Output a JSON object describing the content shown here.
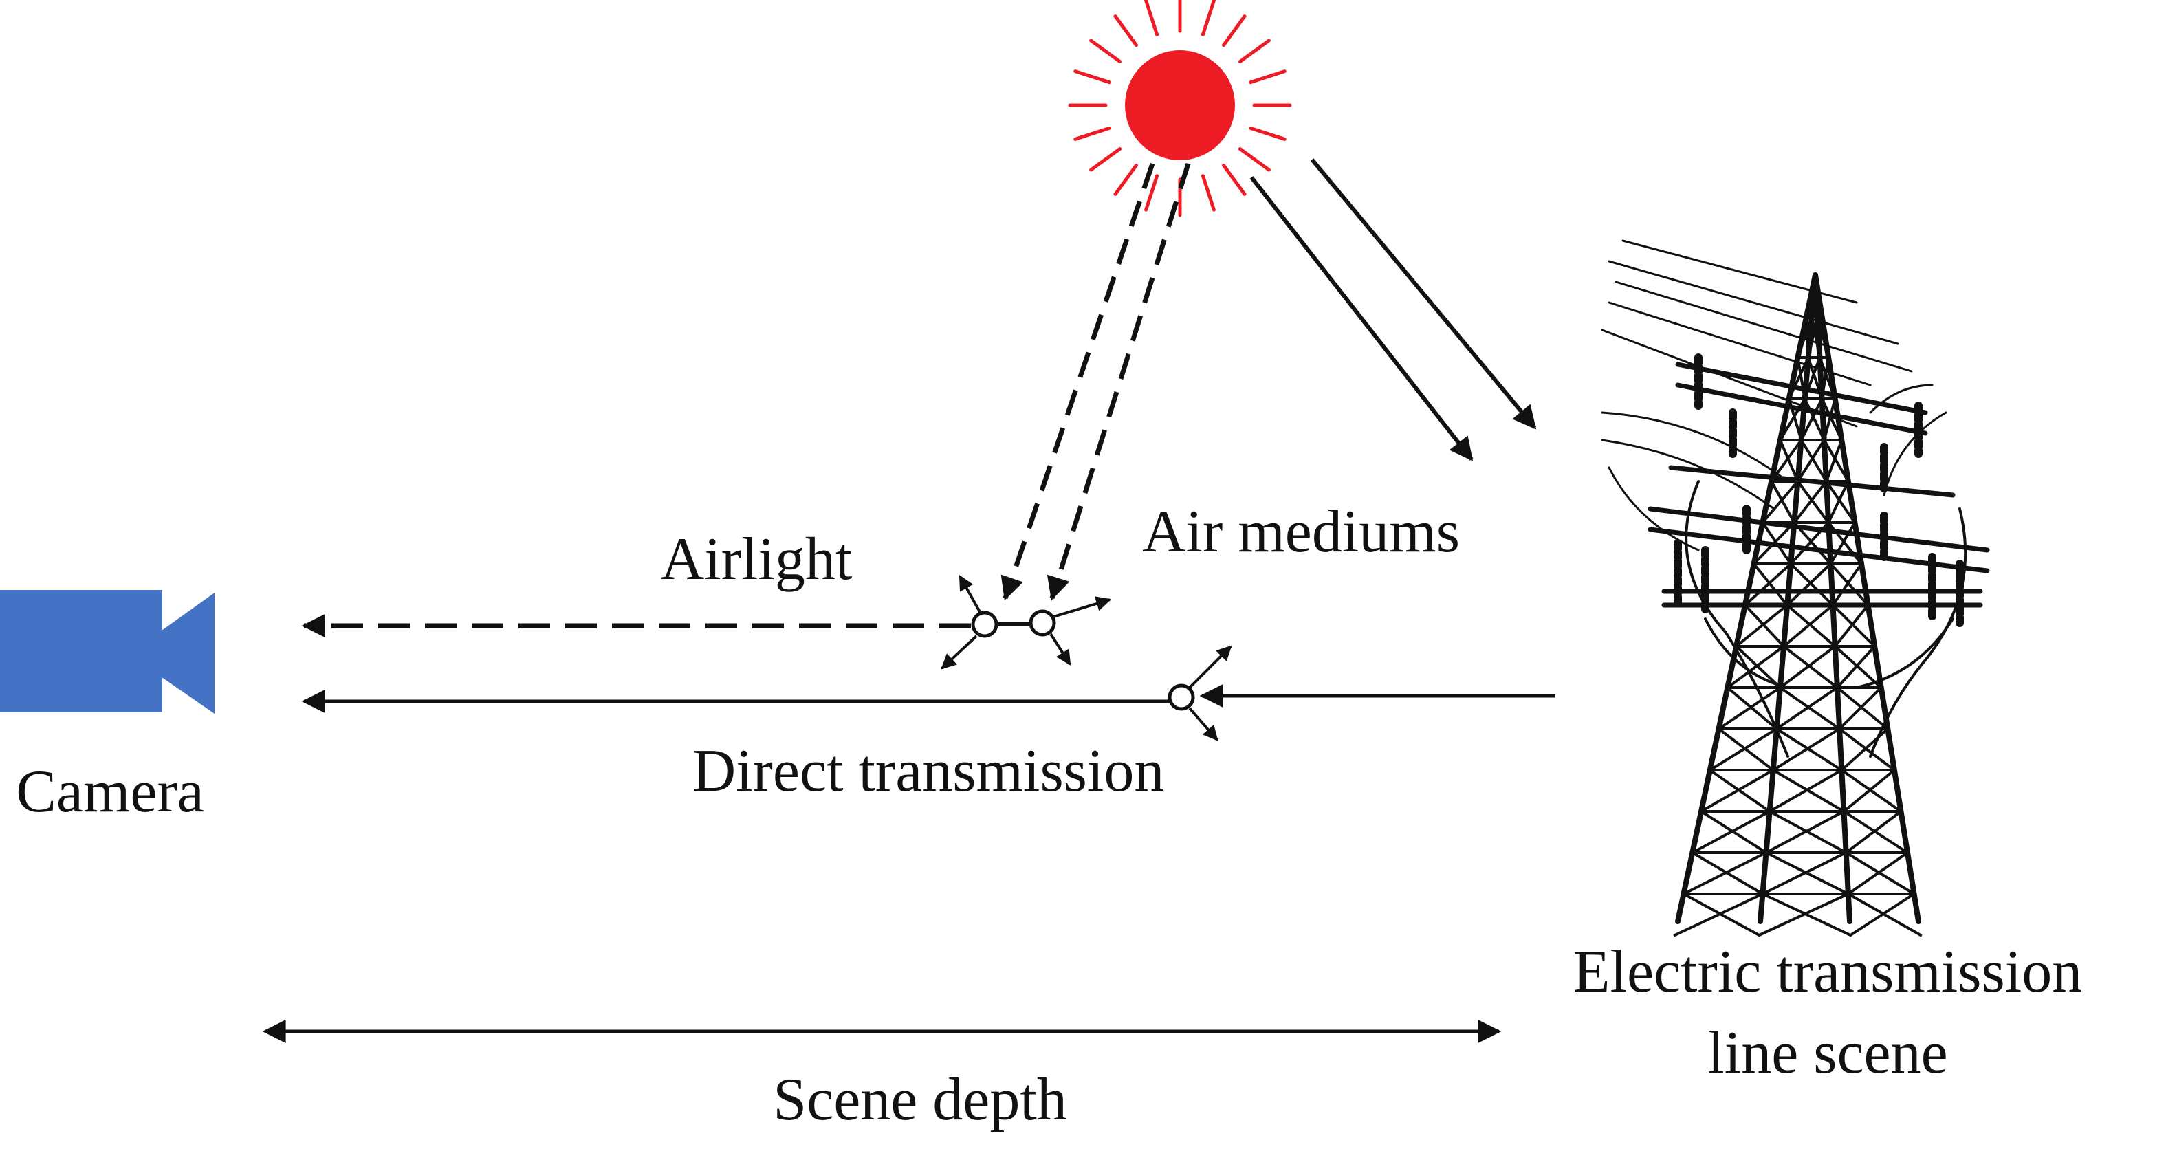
{
  "labels": {
    "airlight": "Airlight",
    "air_mediums": "Air mediums",
    "camera": "Camera",
    "direct_transmission": "Direct transmission",
    "scene_line1": "Electric transmission",
    "scene_line2": "line scene",
    "scene_depth": "Scene depth"
  },
  "colors": {
    "camera": "#4472C4",
    "sun": "#ED1C24",
    "sun_rays": "#ED1C24",
    "lines": "#111111",
    "text": "#111111",
    "background": "#FFFFFF"
  },
  "icons": {
    "camera": "video-camera-icon",
    "sun": "sun-icon",
    "tower": "transmission-tower-icon"
  }
}
